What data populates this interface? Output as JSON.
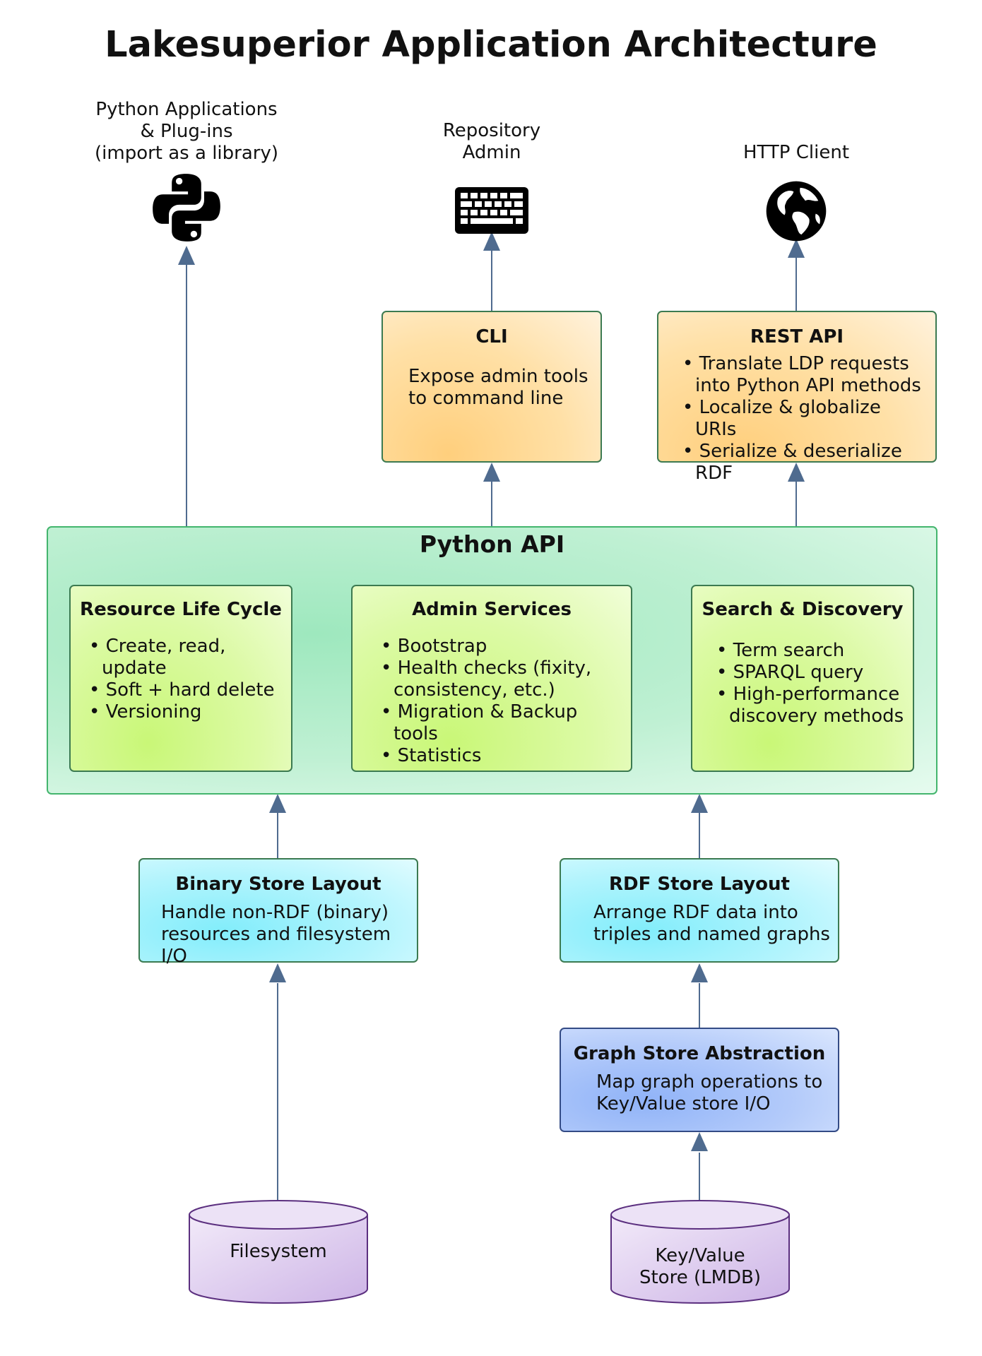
{
  "title": "Lakesuperior Application Architecture",
  "clients": {
    "python_apps": {
      "lines": [
        "Python Applications",
        "& Plug-ins",
        "(import as a library)"
      ],
      "icon": "python-logo-icon"
    },
    "repo_admin": {
      "lines": [
        "Repository",
        "Admin"
      ],
      "icon": "keyboard-icon"
    },
    "http_client": {
      "lines": [
        "HTTP Client"
      ],
      "icon": "globe-icon"
    }
  },
  "cli": {
    "title": "CLI",
    "lines": [
      "Expose admin  tools",
      "to command line"
    ]
  },
  "rest_api": {
    "title": "REST API",
    "items": [
      "Translate LDP requests into Python API methods",
      "Localize & globalize URIs",
      "Serialize & deserialize RDF"
    ]
  },
  "python_api": {
    "title": "Python API",
    "resource_life_cycle": {
      "title": "Resource Life Cycle",
      "items": [
        "Create, read, update",
        "Soft + hard delete",
        "Versioning"
      ]
    },
    "admin_services": {
      "title": "Admin Services",
      "items": [
        "Bootstrap",
        "Health checks (fixity, consistency, etc.)",
        "Migration & Backup tools",
        "Statistics"
      ]
    },
    "search_discovery": {
      "title": "Search & Discovery",
      "items": [
        "Term search",
        "SPARQL query",
        "High-performance discovery methods"
      ]
    }
  },
  "binary_store": {
    "title": "Binary Store Layout",
    "lines": [
      "Handle non-RDF (binary)",
      "resources and filesystem I/O"
    ]
  },
  "rdf_store": {
    "title": "RDF Store Layout",
    "lines": [
      "Arrange RDF data into",
      "triples and named graphs"
    ]
  },
  "graph_store": {
    "title": "Graph Store Abstraction",
    "lines": [
      "Map graph operations to",
      "Key/Value store I/O"
    ]
  },
  "filesystem": {
    "label": "Filesystem"
  },
  "kv_store": {
    "lines": [
      "Key/Value",
      "Store (LMDB)"
    ]
  },
  "colors": {
    "arrow": "#4f6b8f",
    "orange": "#ffcf7d",
    "lime": "#c9f777",
    "green": "#9ee8be",
    "cyan": "#82edfb",
    "blue": "#90b3f8",
    "cylinder": "#d9c6ec"
  }
}
